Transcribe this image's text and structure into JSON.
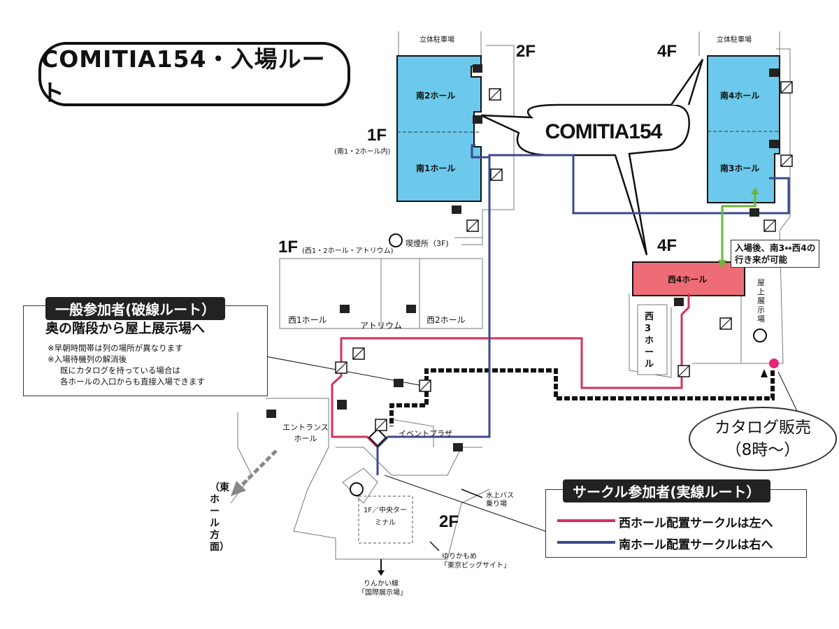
{
  "title": "COMITIA154・入場ルート",
  "logo_text": "COMITIA154",
  "floors": {
    "f2_top": "2F",
    "f4_top": "4F",
    "f1_south": "1F",
    "f1_south_note": "(南1・2ホール内)",
    "f1_west": "1F",
    "f1_west_note": "(西1・2ホール・アトリウム)",
    "f4_west": "4F",
    "f2_bottom": "2F"
  },
  "halls": {
    "south2": "南2ホール",
    "south1": "南1ホール",
    "south4": "南4ホール",
    "south3": "南3ホール",
    "west4": "西4ホール",
    "west3": "西3ホール",
    "west1": "西1ホール",
    "west2": "西2ホール",
    "atrium": "アトリウム"
  },
  "places": {
    "parking_left": "立体駐車場",
    "parking_right": "立体駐車場",
    "smoking": "喫煙所（3F)",
    "rooftop": "屋上展示場",
    "entrance_hall": "エントランスホール",
    "event_plaza": "イベントプラザ",
    "central_terminal": "1F／中央ターミナル",
    "water_bus": "水上バス乗り場",
    "yurikamome": "ゆりかもめ",
    "bigsight_station": "「東京ビッグサイト」",
    "rinkai": "りんかい線",
    "kokusai_station": "「国際展示場」",
    "east_hall": "（東ホール方面）"
  },
  "general": {
    "heading": "一般参加者(破線ルート）",
    "subheading": "奥の階段から屋上展示場へ",
    "notes": [
      "※早朝時間帯は列の場所が異なります",
      "※入場待機列の解消後",
      "既にカタログを持っている場合は",
      "各ホールの入口からも直接入場できます"
    ]
  },
  "green_note": [
    "入場後、南3↔西4の",
    "行き来が可能"
  ],
  "catalog": {
    "line1": "カタログ販売",
    "line2": "（8時〜）"
  },
  "circle": {
    "heading": "サークル参加者(実線ルート）",
    "legend": [
      {
        "label": "西ホール配置サークルは左へ",
        "color": "#d2325a"
      },
      {
        "label": "南ホール配置サークルは右へ",
        "color": "#3b4a8c"
      }
    ]
  },
  "colors": {
    "hall_blue": "#6cc9ec",
    "hall_red": "#ee6c77",
    "route_red": "#d2325a",
    "route_blue": "#3b4a8c",
    "route_green": "#6bb53a",
    "catalog_dot": "#e8257a"
  },
  "icons": [
    "toilet-icon",
    "stairs-icon",
    "escalator-icon",
    "smoking-icon",
    "arrow-icon",
    "info-icon"
  ]
}
